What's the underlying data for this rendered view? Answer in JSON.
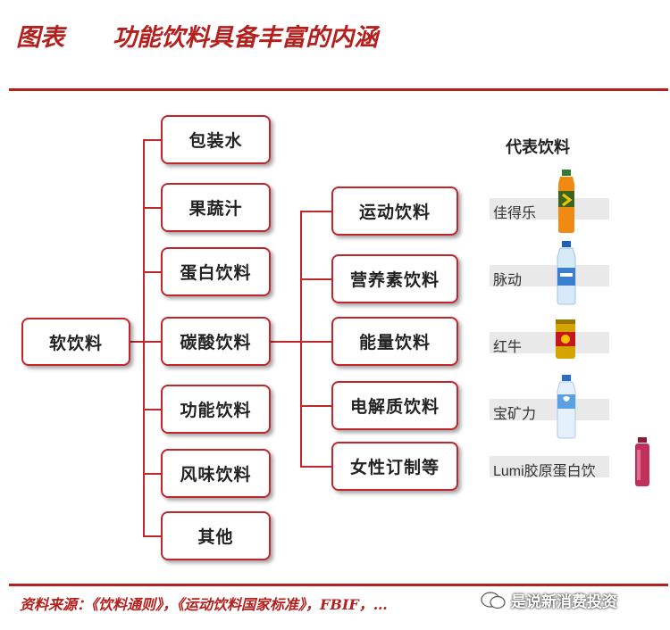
{
  "title": {
    "label": "图表",
    "text": "功能饮料具备丰富的内涵"
  },
  "root": {
    "label": "软饮料"
  },
  "categories": [
    {
      "label": "包装水"
    },
    {
      "label": "果蔬汁"
    },
    {
      "label": "蛋白饮料"
    },
    {
      "label": "碳酸饮料"
    },
    {
      "label": "功能饮料"
    },
    {
      "label": "风味饮料"
    },
    {
      "label": "其他"
    }
  ],
  "subcategories": [
    {
      "label": "运动饮料"
    },
    {
      "label": "营养素饮料"
    },
    {
      "label": "能量饮料"
    },
    {
      "label": "电解质饮料"
    },
    {
      "label": "女性订制等"
    }
  ],
  "representatives": {
    "header": "代表饮料",
    "items": [
      {
        "label": "佳得乐",
        "icon": "orange-sports-bottle-icon",
        "color": "#f08a12"
      },
      {
        "label": "脉动",
        "icon": "water-bottle-icon",
        "color": "#3a7fd0"
      },
      {
        "label": "红牛",
        "icon": "energy-can-icon",
        "color": "#c8a200"
      },
      {
        "label": "宝矿力",
        "icon": "water-bottle-icon",
        "color": "#5ba0e0"
      },
      {
        "label": "Lumi胶原蛋白饮",
        "icon": "small-pink-bottle-icon",
        "color": "#c0305a"
      }
    ]
  },
  "footer": {
    "source": "资料来源：《饮料通则》，《运动饮料国家标准》，FBIF，",
    "tail": "…",
    "watermark": "是说新消费投资"
  },
  "colors": {
    "accent": "#b3201e",
    "box_border": "#c0262b"
  }
}
